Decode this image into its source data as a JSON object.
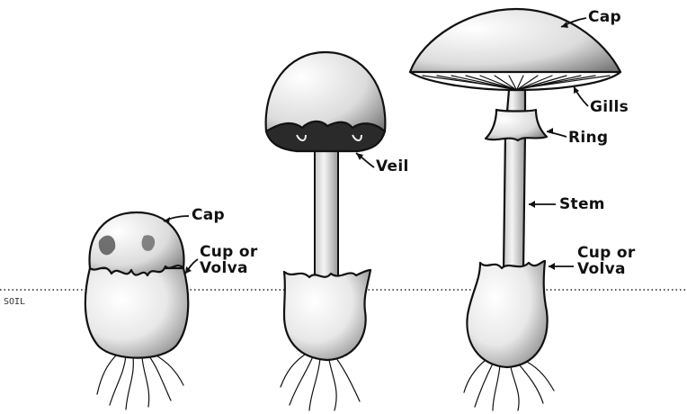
{
  "diagram": {
    "soil_label": "SOIL",
    "stage1": {
      "labels": {
        "cap": "Cap",
        "volva_line1": "Cup or",
        "volva_line2": "Volva"
      }
    },
    "stage2": {
      "labels": {
        "veil": "Veil"
      }
    },
    "stage3": {
      "labels": {
        "cap": "Cap",
        "gills": "Gills",
        "ring": "Ring",
        "stem": "Stem",
        "volva_line1": "Cup or",
        "volva_line2": "Volva"
      }
    },
    "colors": {
      "ink": "#111111",
      "shade": "#9a9a9a",
      "background": "#ffffff"
    }
  }
}
